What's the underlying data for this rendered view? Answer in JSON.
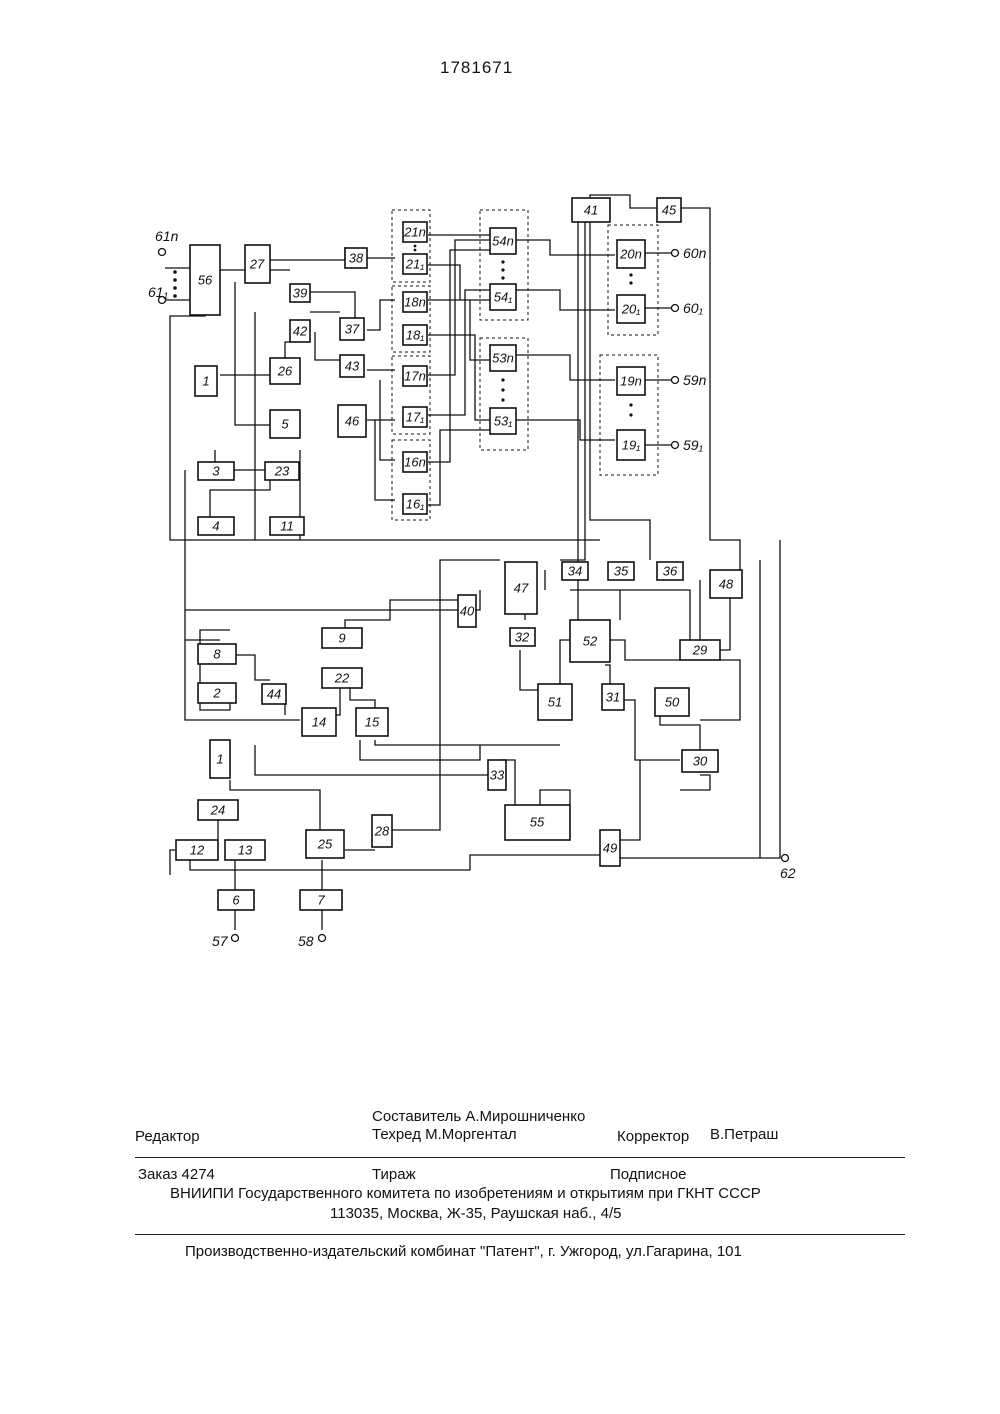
{
  "header": {
    "doc_number": "1781671"
  },
  "diagram": {
    "blocks": [
      {
        "id": "56",
        "label": "56"
      },
      {
        "id": "27",
        "label": "27"
      },
      {
        "id": "38",
        "label": "38"
      },
      {
        "id": "39",
        "label": "39"
      },
      {
        "id": "42",
        "label": "42"
      },
      {
        "id": "37",
        "label": "37"
      },
      {
        "id": "43",
        "label": "43"
      },
      {
        "id": "46",
        "label": "46"
      },
      {
        "id": "26",
        "label": "26"
      },
      {
        "id": "1a",
        "label": "1"
      },
      {
        "id": "5",
        "label": "5"
      },
      {
        "id": "3",
        "label": "3"
      },
      {
        "id": "23",
        "label": "23"
      },
      {
        "id": "4",
        "label": "4"
      },
      {
        "id": "11",
        "label": "11"
      },
      {
        "id": "21n",
        "label": "21n"
      },
      {
        "id": "21_1",
        "label": "21₁"
      },
      {
        "id": "18n",
        "label": "18n"
      },
      {
        "id": "18_1",
        "label": "18₁"
      },
      {
        "id": "17n",
        "label": "17n"
      },
      {
        "id": "17_1",
        "label": "17₁"
      },
      {
        "id": "16n",
        "label": "16n"
      },
      {
        "id": "16_1",
        "label": "16₁"
      },
      {
        "id": "54n",
        "label": "54n"
      },
      {
        "id": "54_1",
        "label": "54₁"
      },
      {
        "id": "53n",
        "label": "53n"
      },
      {
        "id": "53_1",
        "label": "53₁"
      },
      {
        "id": "41",
        "label": "41"
      },
      {
        "id": "45",
        "label": "45"
      },
      {
        "id": "20n",
        "label": "20n"
      },
      {
        "id": "20_1",
        "label": "20₁"
      },
      {
        "id": "19n",
        "label": "19n"
      },
      {
        "id": "19_1",
        "label": "19₁"
      },
      {
        "id": "47",
        "label": "47"
      },
      {
        "id": "34",
        "label": "34"
      },
      {
        "id": "35",
        "label": "35"
      },
      {
        "id": "36",
        "label": "36"
      },
      {
        "id": "48",
        "label": "48"
      },
      {
        "id": "40",
        "label": "40"
      },
      {
        "id": "32",
        "label": "32"
      },
      {
        "id": "52",
        "label": "52"
      },
      {
        "id": "29",
        "label": "29"
      },
      {
        "id": "9",
        "label": "9"
      },
      {
        "id": "8",
        "label": "8"
      },
      {
        "id": "2",
        "label": "2"
      },
      {
        "id": "22",
        "label": "22"
      },
      {
        "id": "44",
        "label": "44"
      },
      {
        "id": "14",
        "label": "14"
      },
      {
        "id": "15",
        "label": "15"
      },
      {
        "id": "51",
        "label": "51"
      },
      {
        "id": "31",
        "label": "31"
      },
      {
        "id": "50",
        "label": "50"
      },
      {
        "id": "1b",
        "label": "1"
      },
      {
        "id": "33",
        "label": "33"
      },
      {
        "id": "30",
        "label": "30"
      },
      {
        "id": "24",
        "label": "24"
      },
      {
        "id": "25",
        "label": "25"
      },
      {
        "id": "28",
        "label": "28"
      },
      {
        "id": "55",
        "label": "55"
      },
      {
        "id": "12",
        "label": "12"
      },
      {
        "id": "13",
        "label": "13"
      },
      {
        "id": "49",
        "label": "49"
      },
      {
        "id": "6",
        "label": "6"
      },
      {
        "id": "7",
        "label": "7"
      }
    ],
    "terminals": [
      {
        "id": "61n",
        "label": "61n"
      },
      {
        "id": "61_1",
        "label": "61₁"
      },
      {
        "id": "60n",
        "label": "60n"
      },
      {
        "id": "60_1",
        "label": "60₁"
      },
      {
        "id": "59n",
        "label": "59n"
      },
      {
        "id": "59_1",
        "label": "59₁"
      },
      {
        "id": "57",
        "label": "57"
      },
      {
        "id": "58",
        "label": "58"
      },
      {
        "id": "62",
        "label": "62"
      }
    ]
  },
  "footer": {
    "composer": "Составитель А.Мирошниченко",
    "editor": "Редактор",
    "techred": "Техред М.Моргентал",
    "corrector": "Корректор",
    "corrector_name": "В.Петраш",
    "order": "Заказ 4274",
    "circulation": "Тираж",
    "subscription": "Подписное",
    "org": "ВНИИПИ Государственного комитета по изобретениям и открытиям при ГКНТ СССР",
    "address": "113035, Москва, Ж-35, Раушская наб., 4/5",
    "printer": "Производственно-издательский комбинат \"Патент\", г. Ужгород, ул.Гагарина, 101"
  }
}
